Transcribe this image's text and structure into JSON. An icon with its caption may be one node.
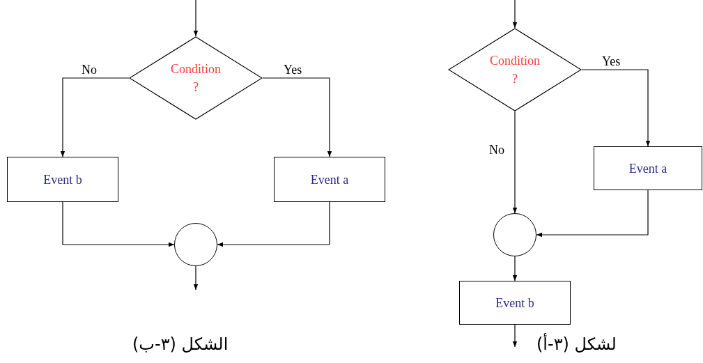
{
  "diagram": {
    "nodes": [
      {
        "text": [
          "Condition ?"
        ]
      },
      {
        "text": [
          "Event b"
        ]
      },
      {
        "text": [
          "Event a"
        ]
      },
      {
        "text": [],
        "shape": "circle"
      },
      {
        "text": [
          "Condition ?"
        ]
      },
      {
        "text": [
          "Event a"
        ]
      },
      {
        "text": [],
        "shape": "circle"
      },
      {
        "text": [
          "Event b"
        ]
      }
    ],
    "edges": [
      {
        "from": null,
        "to": 0,
        "arrow": "to"
      },
      {
        "from": 0,
        "to": 1,
        "arrow": "to",
        "label": "No"
      },
      {
        "from": 0,
        "to": 2,
        "arrow": "to",
        "label": "Yes"
      },
      {
        "from": 1,
        "to": 3,
        "arrow": "to"
      },
      {
        "from": 2,
        "to": 3,
        "arrow": "to"
      },
      {
        "from": 3,
        "to": null,
        "arrow": "to"
      },
      {
        "from": null,
        "to": 4,
        "arrow": "to"
      },
      {
        "from": 4,
        "to": 6,
        "arrow": "to",
        "label": "No"
      },
      {
        "from": 4,
        "to": 5,
        "arrow": "to",
        "label": "Yes"
      },
      {
        "from": 5,
        "to": 6,
        "arrow": "to"
      },
      {
        "from": 6,
        "to": 7,
        "arrow": "to"
      },
      {
        "from": 7,
        "to": null,
        "arrow": "to"
      }
    ],
    "labels": [
      "الشكل (٣-ب)",
      "لشكل (٣-أ)"
    ]
  }
}
